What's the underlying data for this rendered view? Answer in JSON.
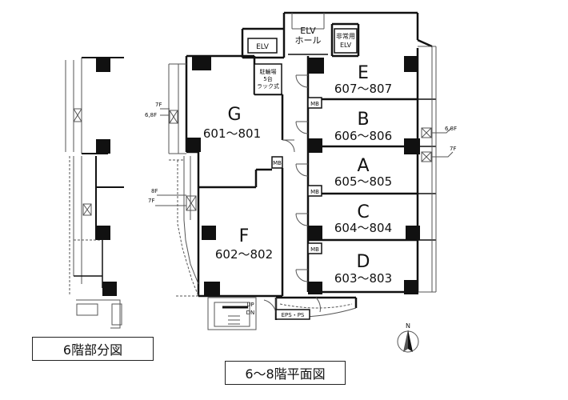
{
  "captions": {
    "partial": "6階部分図",
    "floor": "6〜8階平面図"
  },
  "units": [
    {
      "letter": "G",
      "range": "601〜801"
    },
    {
      "letter": "F",
      "range": "602〜802"
    },
    {
      "letter": "E",
      "range": "607〜807"
    },
    {
      "letter": "B",
      "range": "606〜806"
    },
    {
      "letter": "A",
      "range": "605〜805"
    },
    {
      "letter": "C",
      "range": "604〜804"
    },
    {
      "letter": "D",
      "range": "603〜803"
    }
  ],
  "core": {
    "elv": "ELV",
    "elv_hall_line1": "ELV",
    "elv_hall_line2": "ホール",
    "emergency_line1": "非常用",
    "emergency_line2": "ELV",
    "bike_line1": "駐輪場",
    "bike_line2": "5台",
    "bike_line3": "ラック式",
    "mb": "MB",
    "eps": "EPS・PS",
    "up": "UP",
    "dn": "DN"
  },
  "floor_marks": {
    "left_top_a": "7F",
    "left_top_b": "6,8F",
    "left_mid_a": "8F",
    "left_mid_b": "7F",
    "right_a": "6,8F",
    "right_b": "7F"
  },
  "compass": "N",
  "colors": {
    "wall": "#111111",
    "line": "#555555",
    "column": "#111111"
  }
}
